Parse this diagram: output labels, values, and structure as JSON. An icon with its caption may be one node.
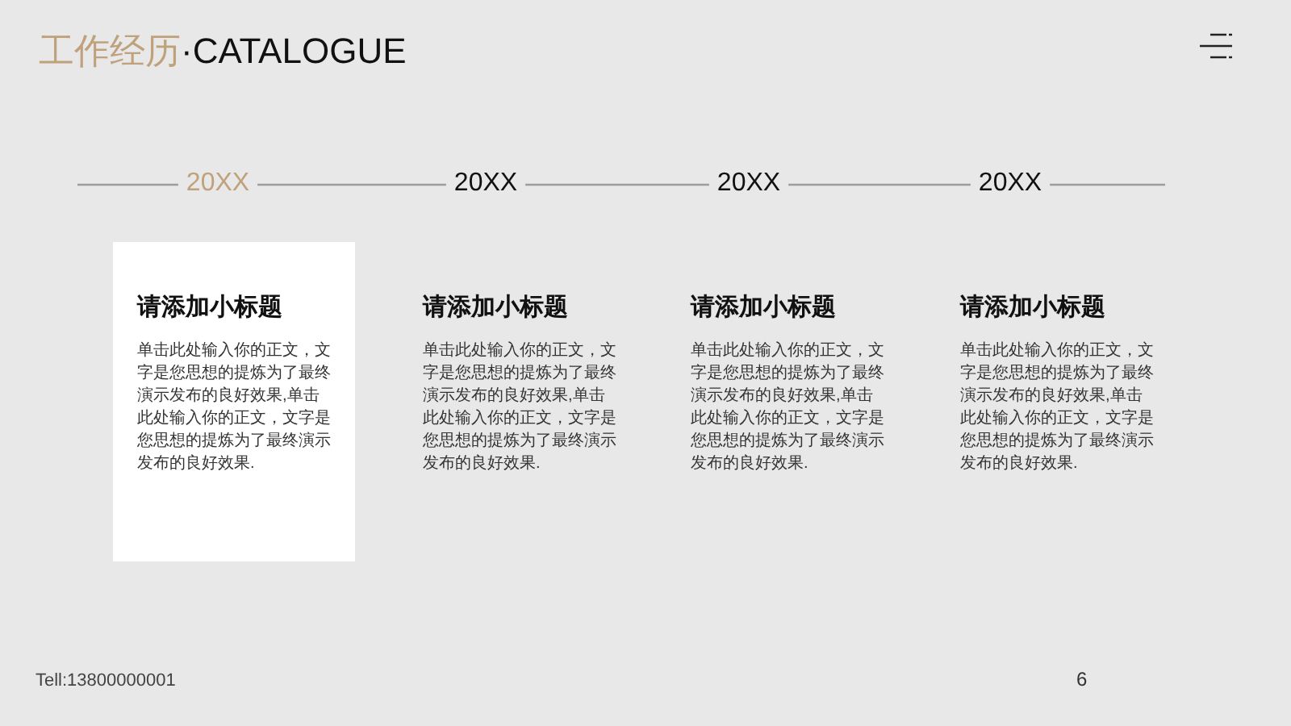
{
  "diagram": {
    "title": "工作经历",
    "nodes": [
      {
        "text": [
          "20XX"
        ]
      },
      {
        "text": [
          "20XX"
        ]
      },
      {
        "text": [
          "20XX"
        ]
      },
      {
        "text": [
          "20XX"
        ]
      },
      {
        "text": [
          "请添加小标题",
          "单击此处输入你的正文，文字是您思想的提炼为了最终演示发布的良好效果,单击此处输入你的正文，文字是您思想的提炼为了最终演示发布的良好效果."
        ]
      }
    ],
    "edges": [
      {
        "from": null,
        "to": 0,
        "arrow": "none"
      },
      {
        "from": 0,
        "to": 1,
        "arrow": "none"
      },
      {
        "from": 1,
        "to": 2,
        "arrow": "none"
      },
      {
        "from": 2,
        "to": 3,
        "arrow": "none"
      },
      {
        "from": 3,
        "to": null,
        "arrow": "none"
      }
    ],
    "labels": [
      "·CATALOGUE",
      "请添加小标题",
      "单击此处输入你的正文，文字是您思想的提炼为了最终演示发布的良好效果,单击此处输入你的正文，文字是您思想的提炼为了最终演示发布的良好效果.",
      "请添加小标题",
      "单击此处输入你的正文，文字是您思想的提炼为了最终演示发布的良好效果,单击此处输入你的正文，文字是您思想的提炼为了最终演示发布的良好效果.",
      "请添加小标题",
      "单击此处输入你的正文，文字是您思想的提炼为了最终演示发布的良好效果,单击此处输入你的正文，文字是您思想的提炼为了最终演示发布的良好效果.",
      "Tell:13800000001",
      "6"
    ]
  }
}
